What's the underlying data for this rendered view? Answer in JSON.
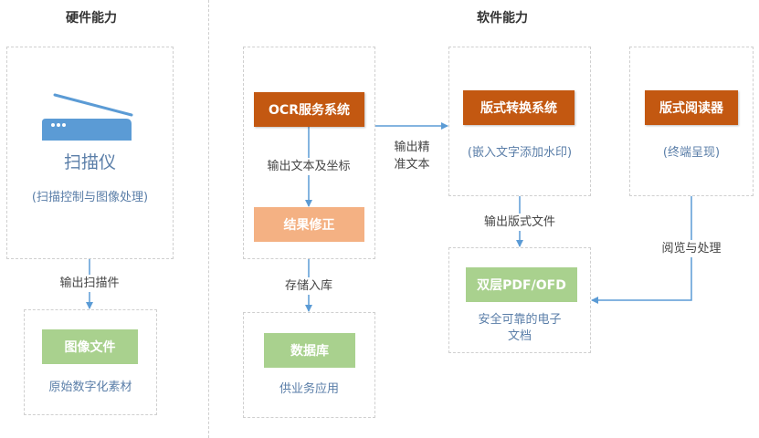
{
  "sections": {
    "hardware": "硬件能力",
    "software": "软件能力"
  },
  "scanner": {
    "title": "扫描仪",
    "desc": "(扫描控制与图像处理)"
  },
  "image_file": {
    "label": "图像文件",
    "desc": "原始数字化素材"
  },
  "ocr": {
    "label": "OCR服务系统"
  },
  "fix": {
    "label": "结果修正"
  },
  "database": {
    "label": "数据库",
    "desc": "供业务应用"
  },
  "layout_conv": {
    "label": "版式转换系统",
    "desc": "(嵌入文字添加水印)"
  },
  "reader": {
    "label": "版式阅读器",
    "desc": "(终端呈现)"
  },
  "dual_pdf": {
    "label": "双层PDF/OFD",
    "desc_line1": "安全可靠的电子",
    "desc_line2": "文档"
  },
  "edges": {
    "output_scan": "输出扫描件",
    "output_text_coords": "输出文本及坐标",
    "store": "存储入库",
    "precise_line1": "输出精",
    "precise_line2": "准文本",
    "output_layout": "输出版式文件",
    "read_process": "阅览与处理"
  },
  "colors": {
    "primary_box": "#c35811",
    "secondary_box": "#f4b183",
    "result_box": "#a9d18e",
    "arrow": "#5b9bd5",
    "scanner_icon": "#5b9bd5"
  }
}
